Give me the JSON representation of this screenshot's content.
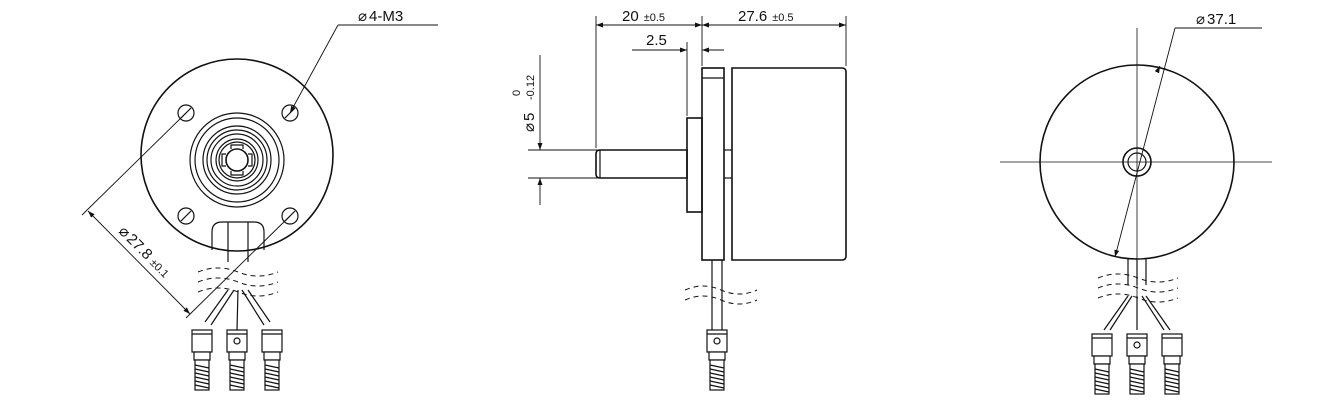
{
  "front_view": {
    "hole_callout": {
      "symbol": "⌀",
      "text": "4-M3"
    },
    "diameter_callout": {
      "symbol": "⌀",
      "value": "27.8",
      "tol": "±0.1"
    }
  },
  "side_view": {
    "shaft_length": {
      "value": "20",
      "tol": "±0.5"
    },
    "body_length": {
      "value": "27.6",
      "tol": "±0.5"
    },
    "flange_offset": {
      "value": "2.5"
    },
    "shaft_diameter": {
      "symbol": "⌀",
      "value": "5",
      "tol_upper": "0",
      "tol_lower": "-0.12"
    }
  },
  "rear_view": {
    "diameter_callout": {
      "symbol": "⌀",
      "value": "37.1"
    }
  }
}
